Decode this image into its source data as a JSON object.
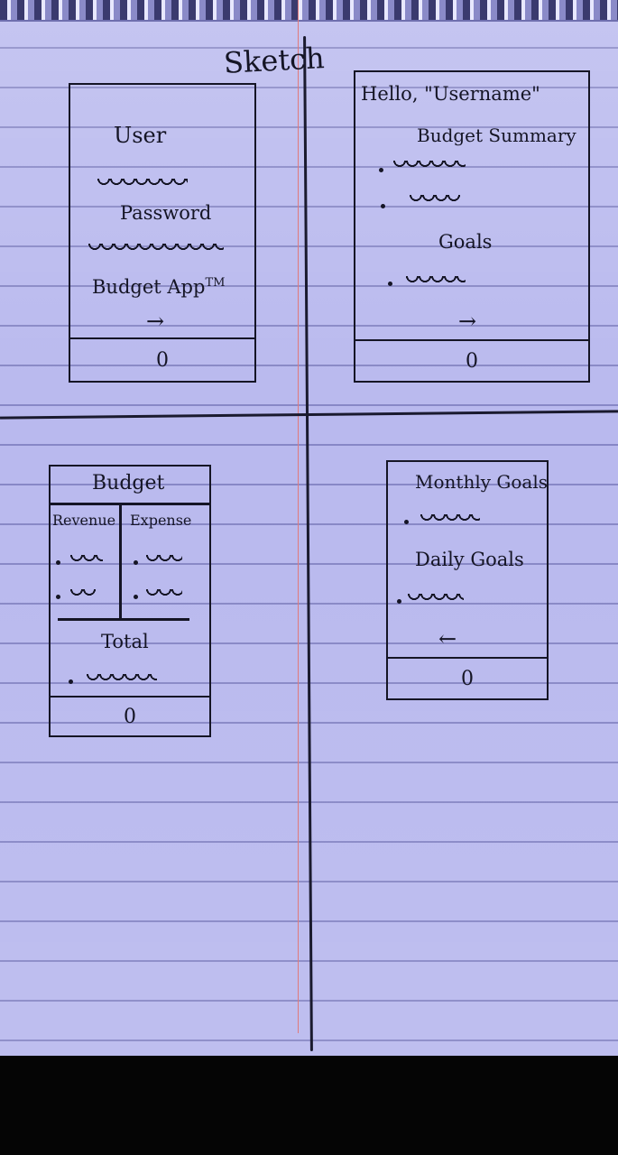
{
  "heading": "Sketch",
  "login": {
    "user_label": "User",
    "password_label": "Password",
    "app_name": "Budget App",
    "trademark": "TM",
    "next_arrow": "→",
    "nav_icon": "0"
  },
  "summary": {
    "greeting": "Hello, \"Username\"",
    "budget_summary_label": "Budget Summary",
    "goals_label": "Goals",
    "next_arrow": "→",
    "nav_icon": "0"
  },
  "budget": {
    "title": "Budget",
    "revenue_header": "Revenue",
    "expense_header": "Expense",
    "total_label": "Total",
    "nav_icon": "0"
  },
  "goals": {
    "monthly_label": "Monthly Goals",
    "daily_label": "Daily Goals",
    "back_arrow": "←",
    "nav_icon": "0"
  }
}
